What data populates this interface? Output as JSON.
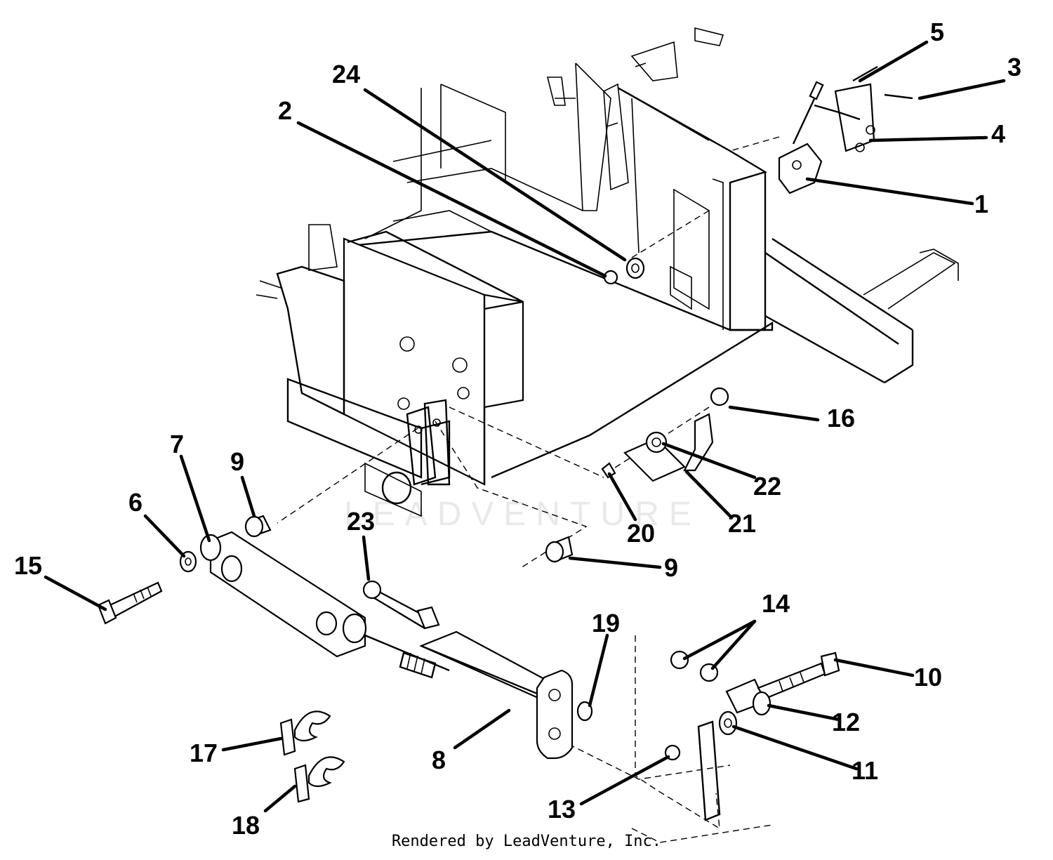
{
  "callouts": [
    {
      "label": "1"
    },
    {
      "label": "2"
    },
    {
      "label": "3"
    },
    {
      "label": "4"
    },
    {
      "label": "5"
    },
    {
      "label": "6"
    },
    {
      "label": "7"
    },
    {
      "label": "8"
    },
    {
      "label": "9"
    },
    {
      "label": "9"
    },
    {
      "label": "10"
    },
    {
      "label": "11"
    },
    {
      "label": "12"
    },
    {
      "label": "13"
    },
    {
      "label": "14"
    },
    {
      "label": "15"
    },
    {
      "label": "16"
    },
    {
      "label": "17"
    },
    {
      "label": "18"
    },
    {
      "label": "19"
    },
    {
      "label": "20"
    },
    {
      "label": "21"
    },
    {
      "label": "22"
    },
    {
      "label": "23"
    },
    {
      "label": "24"
    }
  ],
  "watermark": "LEADVENTURE",
  "footer": "Rendered by LeadVenture, Inc."
}
